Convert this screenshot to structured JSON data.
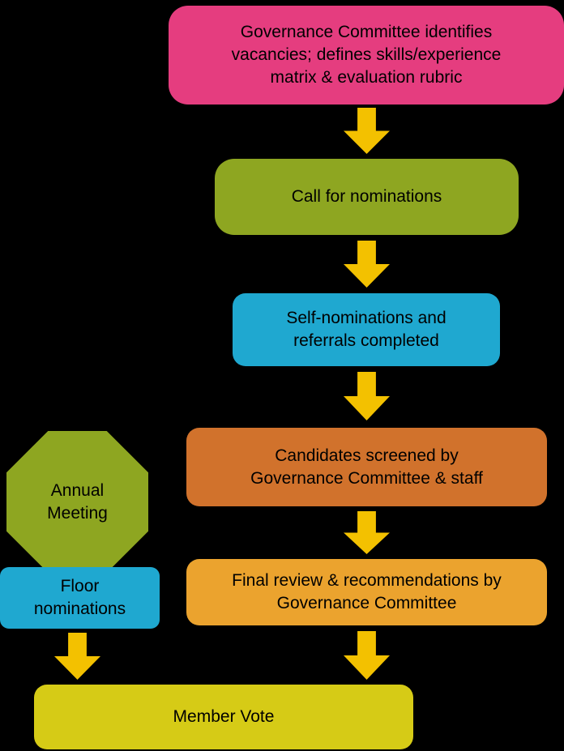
{
  "colors": {
    "background": "#000000",
    "arrow": "#f3c100",
    "pink": "#e53d7f",
    "olive": "#8ea621",
    "cyan": "#1fa8d0",
    "orange": "#d1722c",
    "amber": "#eba32e",
    "yellow_green": "#d6cb16",
    "text": "#000000"
  },
  "nodes": {
    "identify": {
      "label": "Governance Committee identifies\nvacancies; defines skills/experience\nmatrix & evaluation rubric"
    },
    "call": {
      "label": "Call for nominations"
    },
    "self_nominations": {
      "label": "Self-nominations and\nreferrals completed"
    },
    "screened": {
      "label": "Candidates screened by\nGovernance Committee & staff"
    },
    "final_review": {
      "label": "Final review & recommendations by\nGovernance Committee"
    },
    "member_vote": {
      "label": "Member Vote"
    },
    "annual_meeting": {
      "label": "Annual\nMeeting"
    },
    "floor_nominations": {
      "label": "Floor\nnominations"
    }
  }
}
